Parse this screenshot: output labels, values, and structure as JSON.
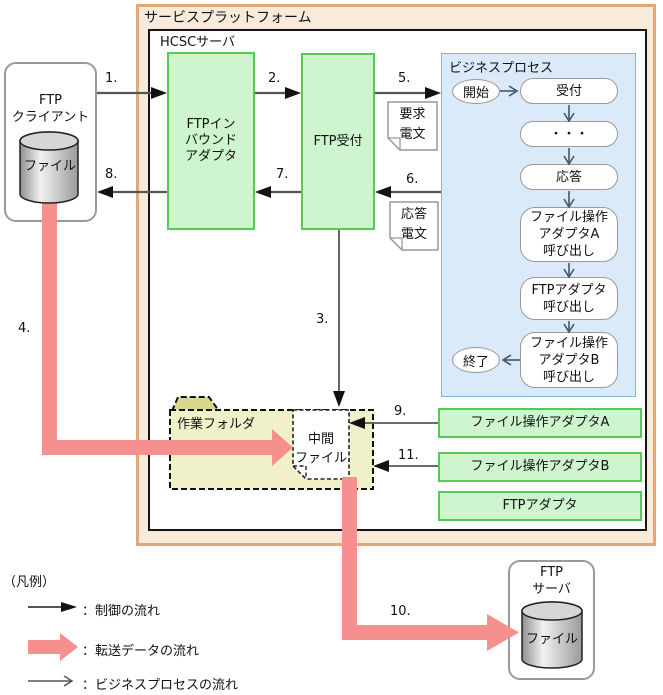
{
  "platform_title": "サービスプラットフォーム",
  "hcsc_title": "HCSCサーバ",
  "client": {
    "line1": "FTP",
    "line2": "クライアント",
    "file": "ファイル"
  },
  "server": {
    "line1": "FTP",
    "line2": "サーバ",
    "file": "ファイル"
  },
  "inbound": {
    "line1": "FTPイン",
    "line2": "バウンド",
    "line3": "アダプタ"
  },
  "reception": "FTP受付",
  "bp": {
    "title": "ビジネスプロセス",
    "start": "開始",
    "end": "終了",
    "receive": "受付",
    "dots": "・・・",
    "response": "応答",
    "call_a": {
      "line1": "ファイル操作",
      "line2": "アダプタA",
      "line3": "呼び出し"
    },
    "call_ftp": {
      "line1": "FTPアダプタ",
      "line2": "呼び出し"
    },
    "call_b": {
      "line1": "ファイル操作",
      "line2": "アダプタB",
      "line3": "呼び出し"
    }
  },
  "messages": {
    "request": {
      "line1": "要求",
      "line2": "電文"
    },
    "response": {
      "line1": "応答",
      "line2": "電文"
    }
  },
  "folder": {
    "label": "作業フォルダ",
    "file": {
      "line1": "中間",
      "line2": "ファイル"
    }
  },
  "adapters": {
    "a": "ファイル操作アダプタA",
    "b": "ファイル操作アダプタB",
    "ftp": "FTPアダプタ"
  },
  "flows": {
    "n1": "1.",
    "n2": "2.",
    "n3": "3.",
    "n4": "4.",
    "n5": "5.",
    "n6": "6.",
    "n7": "7.",
    "n8": "8.",
    "n9": "9.",
    "n10": "10.",
    "n11": "11."
  },
  "legend": {
    "heading": "（凡例）",
    "control": "：制御の流れ",
    "transfer": "：転送データの流れ",
    "business": "：ビジネスプロセスの流れ"
  },
  "colors": {
    "platform_border": "#E2A878",
    "platform_fill": "#F9EBDC",
    "green_fill": "#CFF5CF",
    "green_border": "#55CB55",
    "bp_fill": "#DAEAF8",
    "bp_border": "#85B5DC",
    "folder_fill": "#F1F1C9",
    "folder_tab_fill": "#D8D88C",
    "transfer_pink": "#F6908F",
    "control_arrow": "#555555"
  }
}
